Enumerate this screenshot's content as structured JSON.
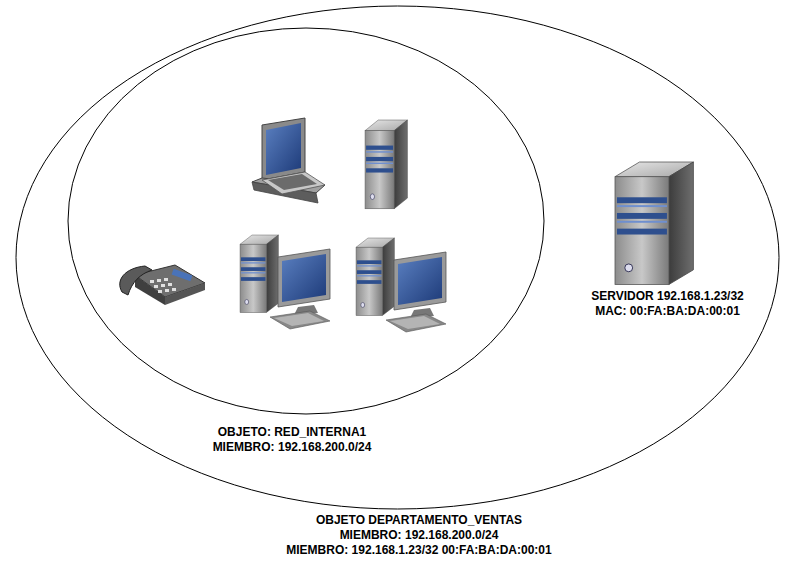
{
  "diagram": {
    "nodes": [
      {
        "text": [
          "OBJETO DEPARTAMENTO_VENTAS",
          "MIEMBRO: 192.168.200.0/24",
          "MIEMBRO: 192.168.1.23/32 00:FA:BA:DA:00:01"
        ]
      },
      {
        "text": [
          "OBJETO: RED_INTERNA1",
          "MIEMBRO: 192.168.200.0/24"
        ],
        "in": 0
      },
      {
        "text": [
          "SERVIDOR 192.168.1.23/32",
          "MAC: 00:FA:BA:DA:00:01"
        ],
        "in": 0
      }
    ]
  }
}
